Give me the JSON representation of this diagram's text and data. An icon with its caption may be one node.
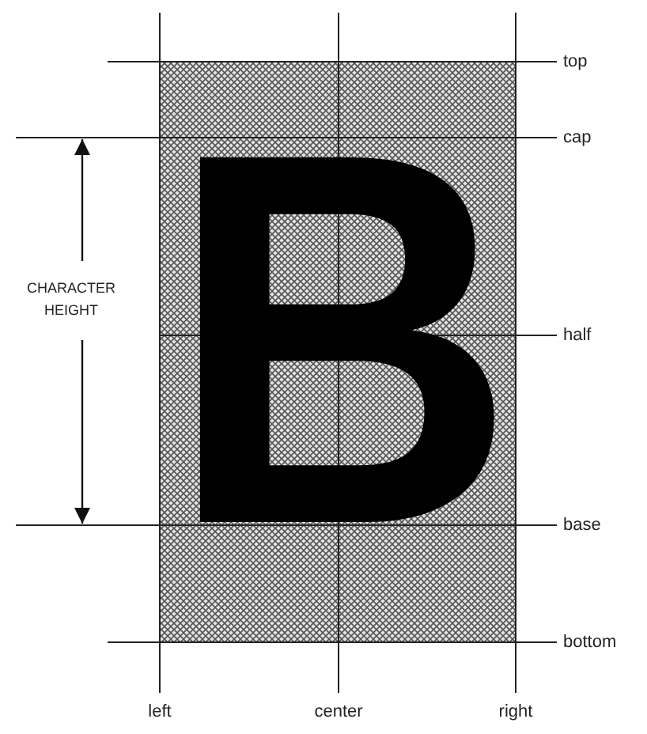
{
  "diagram": {
    "labels": [
      "top",
      "cap",
      "CHARACTER HEIGHT",
      "half",
      "base",
      "bottom",
      "left",
      "center",
      "right",
      "B"
    ]
  }
}
